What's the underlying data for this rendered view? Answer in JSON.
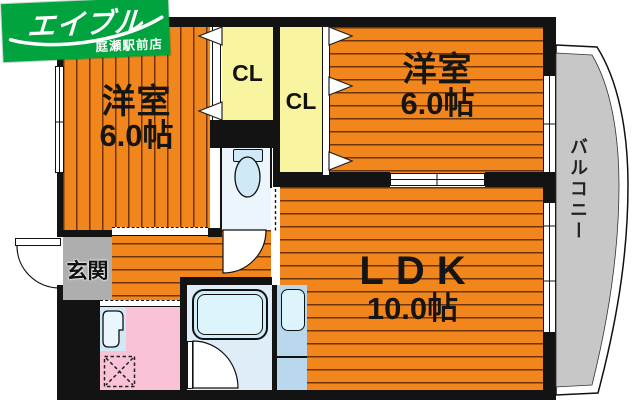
{
  "logo": {
    "brand": "エイブル",
    "branch": "庭瀬駅前店"
  },
  "rooms": {
    "bedroom_left": {
      "name": "洋室",
      "size": "6.0帖"
    },
    "bedroom_right": {
      "name": "洋室",
      "size": "6.0帖"
    },
    "ldk": {
      "name": "LDK",
      "size": "10.0帖"
    },
    "closet_left": {
      "label": "CL"
    },
    "closet_right": {
      "label": "CL"
    },
    "entrance": {
      "label": "玄関"
    },
    "balcony": {
      "label": "バルコニー"
    }
  },
  "colors": {
    "flooring_orange": "#f0861c",
    "closet_yellow": "#f9f4a0",
    "entrance_gray": "#aeaeae",
    "washroom_pink": "#f9c2d6",
    "fixture_blue": "#cfe9f6",
    "balcony_gray": "#c7c7c7",
    "wall_black": "#131313",
    "logo_green": "#00a33e"
  }
}
